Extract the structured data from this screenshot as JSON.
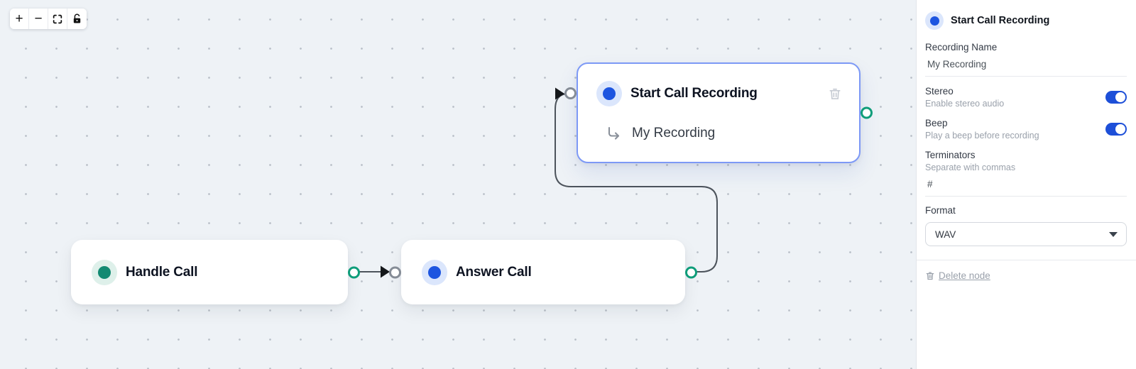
{
  "colors": {
    "canvas_bg": "#eef2f6",
    "accent_blue": "#1d55e0",
    "accent_teal": "#128a72",
    "toggle_on": "#1d4fd8",
    "selected_border": "#7d99f6",
    "edge_stroke": "#4d545c"
  },
  "toolbar": {
    "zoom_in_glyph": "+",
    "zoom_out_glyph": "−",
    "icons": [
      "zoom-in",
      "zoom-out",
      "fit-view",
      "unlock"
    ]
  },
  "canvas": {
    "nodes": [
      {
        "id": "handle-call",
        "title": "Handle Call",
        "accent": "teal"
      },
      {
        "id": "answer-call",
        "title": "Answer Call",
        "accent": "blue"
      },
      {
        "id": "start-call-recording",
        "title": "Start Call Recording",
        "subtitle": "My Recording",
        "accent": "blue",
        "selected": true
      }
    ],
    "edges": [
      {
        "from": "handle-call",
        "to": "answer-call"
      },
      {
        "from": "answer-call",
        "to": "start-call-recording"
      }
    ]
  },
  "sidebar": {
    "header": {
      "title": "Start Call Recording"
    },
    "fields": {
      "recording_name": {
        "label": "Recording Name",
        "value": "My Recording"
      },
      "stereo": {
        "label": "Stereo",
        "description": "Enable stereo audio",
        "enabled": true
      },
      "beep": {
        "label": "Beep",
        "description": "Play a beep before recording",
        "enabled": true
      },
      "terminators": {
        "label": "Terminators",
        "description": "Separate with commas",
        "value": "#"
      },
      "format": {
        "label": "Format",
        "value": "WAV"
      }
    },
    "footer": {
      "delete_label": "Delete node"
    }
  }
}
